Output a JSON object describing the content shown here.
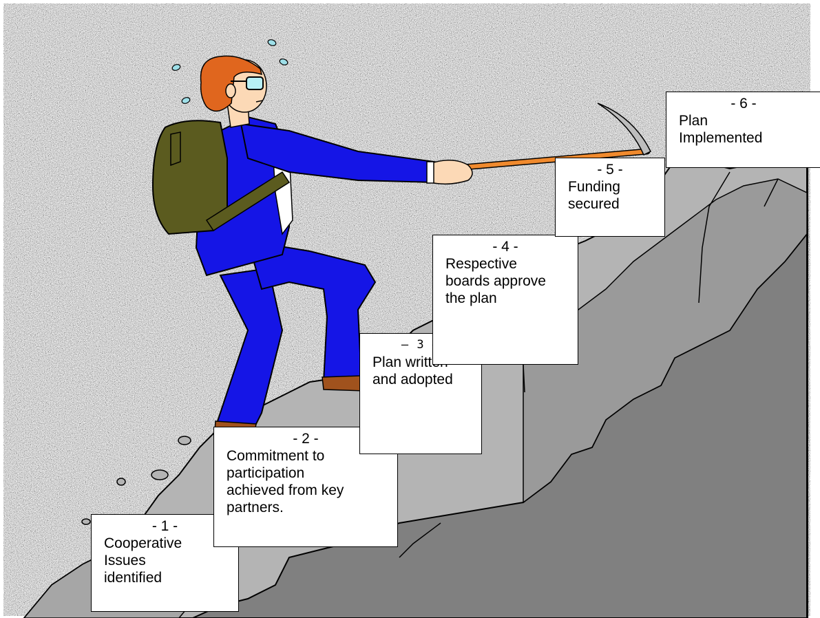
{
  "colors": {
    "frame": "#000000",
    "rock_light": "#b4b4b4",
    "rock_mid": "#9a9a9a",
    "rock_dark": "#808080",
    "suit": "#1515e6",
    "hair": "#e0661e",
    "skin": "#fcd9b6",
    "backpack": "#5b5b1f",
    "pick_handle": "#f08a2e",
    "pick_head": "#bdbdbd",
    "box_bg": "#ffffff"
  },
  "steps": [
    {
      "num": "- 1 -",
      "text": "Cooperative\nIssues\nidentified"
    },
    {
      "num": "- 2 -",
      "text": "Commitment to\nparticipation\nachieved from key\npartners."
    },
    {
      "num": "– 3 –",
      "text": "Plan written\nand adopted"
    },
    {
      "num": "- 4 -",
      "text": "Respective\nboards approve\nthe plan"
    },
    {
      "num": "- 5 -",
      "text": "Funding\nsecured"
    },
    {
      "num": "- 6 -",
      "text": "Plan\nImplemented"
    }
  ]
}
